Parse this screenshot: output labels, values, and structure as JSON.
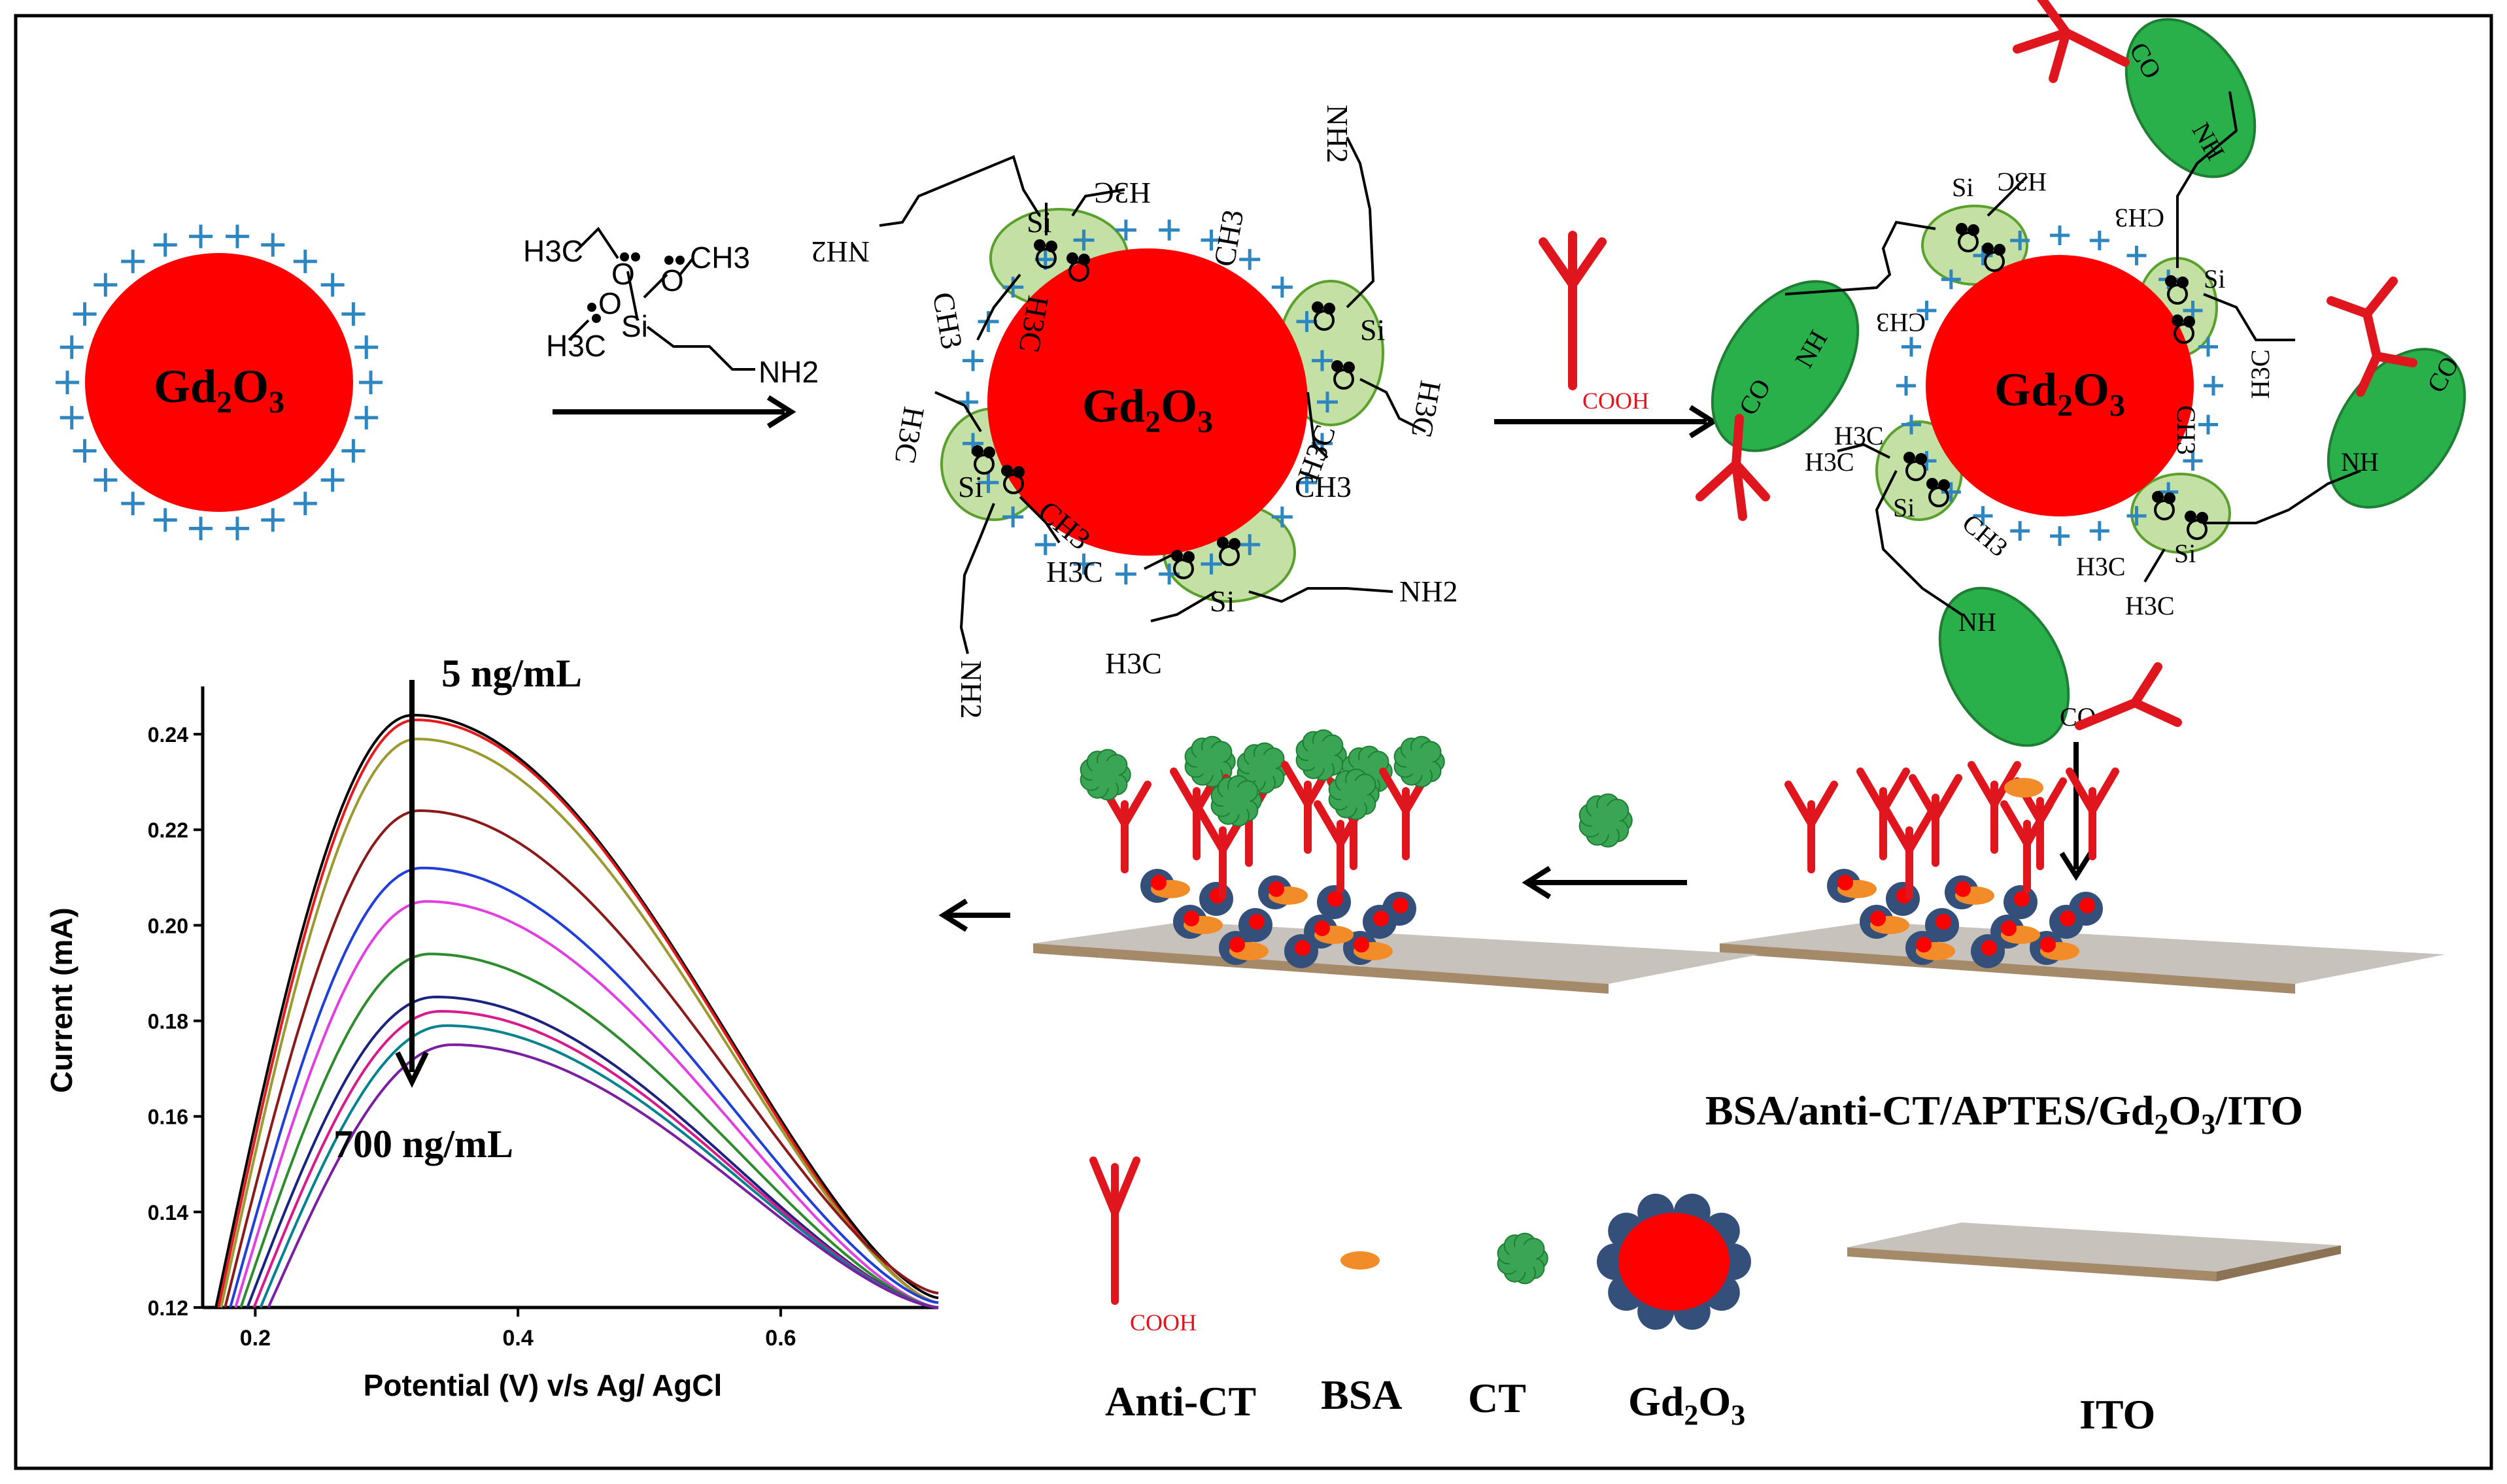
{
  "particle_label_base": "Gd",
  "particle_label_sub1": "2",
  "particle_label_o": "O",
  "particle_label_sub2": "3",
  "aptes_formula": {
    "h3c_top": "H3C",
    "ch3_top": "CH3",
    "h3c_left": "H3C",
    "si": "Si",
    "o": "O",
    "nh2": "NH2"
  },
  "cooh_label": "COOH",
  "nh_label": "NH",
  "co_label": "CO",
  "si_label": "Si",
  "electrode_label": "BSA/anti-CT/APTES/Gd2O3/ITO",
  "legend": {
    "anti_ct": "Anti-CT",
    "anti_ct_cooh": "COOH",
    "bsa": "BSA",
    "ct": "CT",
    "gd2o3": "Gd2O3",
    "ito": "ITO"
  },
  "colors": {
    "particle": "#ff0000",
    "plus": "#2e86c1",
    "silane_shell": "#c5e0a5",
    "silane_border": "#5aa02c",
    "linker": "#2ab04a",
    "antibody": "#e0161e",
    "bsa": "#f28c28",
    "ct": "#3aa655",
    "electrode": "#c8c2bd",
    "electrode_edge": "#a58a6a",
    "gd_bead": "#34507a"
  },
  "chart_data": {
    "type": "line",
    "xlabel": "Potential (V) v/s Ag/ AgCl",
    "ylabel": "Current (mA)",
    "xlim": [
      0.16,
      0.72
    ],
    "ylim": [
      0.12,
      0.25
    ],
    "xticks": [
      "0.2",
      "0.4",
      "0.6"
    ],
    "yticks": [
      "0.12",
      "0.14",
      "0.16",
      "0.18",
      "0.20",
      "0.22",
      "0.24"
    ],
    "annotation_top": "5 ng/mL",
    "annotation_bottom": "700 ng/mL",
    "series": [
      {
        "color": "#000000",
        "onset": 0.17,
        "peak_x": 0.32,
        "peak_y": 0.244,
        "end_y": 0.122
      },
      {
        "color": "#e41a1c",
        "onset": 0.172,
        "peak_x": 0.322,
        "peak_y": 0.243,
        "end_y": 0.121
      },
      {
        "color": "#9a9a30",
        "onset": 0.174,
        "peak_x": 0.323,
        "peak_y": 0.239,
        "end_y": 0.121
      },
      {
        "color": "#8b1a1a",
        "onset": 0.177,
        "peak_x": 0.325,
        "peak_y": 0.224,
        "end_y": 0.123
      },
      {
        "color": "#1f3fd6",
        "onset": 0.181,
        "peak_x": 0.327,
        "peak_y": 0.212,
        "end_y": 0.121
      },
      {
        "color": "#e040e0",
        "onset": 0.185,
        "peak_x": 0.33,
        "peak_y": 0.205,
        "end_y": 0.12
      },
      {
        "color": "#2e8b2e",
        "onset": 0.189,
        "peak_x": 0.333,
        "peak_y": 0.194,
        "end_y": 0.12
      },
      {
        "color": "#1a237e",
        "onset": 0.194,
        "peak_x": 0.337,
        "peak_y": 0.185,
        "end_y": 0.12
      },
      {
        "color": "#d81b8a",
        "onset": 0.199,
        "peak_x": 0.341,
        "peak_y": 0.182,
        "end_y": 0.12
      },
      {
        "color": "#00838f",
        "onset": 0.204,
        "peak_x": 0.345,
        "peak_y": 0.179,
        "end_y": 0.12
      },
      {
        "color": "#7b1fa2",
        "onset": 0.21,
        "peak_x": 0.35,
        "peak_y": 0.175,
        "end_y": 0.12
      }
    ]
  }
}
